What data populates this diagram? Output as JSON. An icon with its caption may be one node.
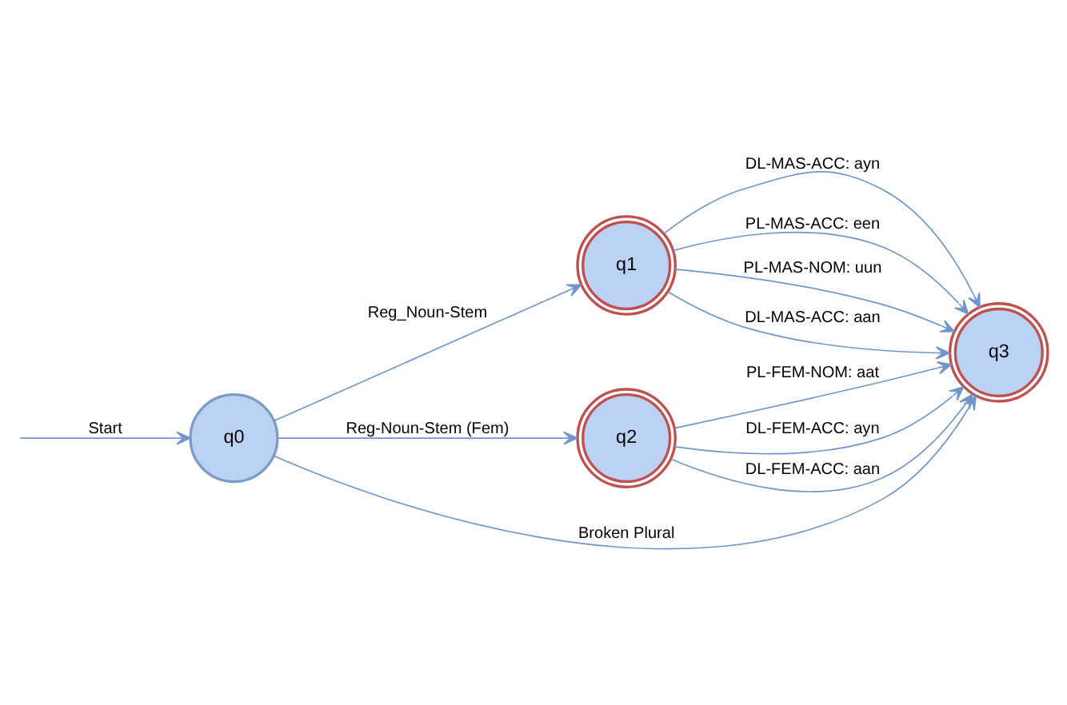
{
  "diagram": {
    "nodes": [
      {
        "text": [
          "q0"
        ]
      },
      {
        "text": [
          "q1"
        ]
      },
      {
        "text": [
          "q2"
        ]
      },
      {
        "text": [
          "q3"
        ]
      }
    ],
    "edges": [
      {
        "from": null,
        "to": 0,
        "arrow": "to",
        "label": "Start"
      },
      {
        "from": 0,
        "to": 1,
        "arrow": "to",
        "label": "Reg_Noun-Stem"
      },
      {
        "from": 0,
        "to": 2,
        "arrow": "to",
        "label": "Reg-Noun-Stem (Fem)"
      },
      {
        "from": 0,
        "to": 3,
        "arrow": "to",
        "label": "Broken Plural"
      },
      {
        "from": 1,
        "to": 3,
        "arrow": "to",
        "label": "DL-MAS-ACC: ayn"
      },
      {
        "from": 1,
        "to": 3,
        "arrow": "to",
        "label": "PL-MAS-ACC: een"
      },
      {
        "from": 1,
        "to": 3,
        "arrow": "to",
        "label": "PL-MAS-NOM: uun"
      },
      {
        "from": 1,
        "to": 3,
        "arrow": "to",
        "label": "DL-MAS-ACC: aan"
      },
      {
        "from": 2,
        "to": 3,
        "arrow": "to",
        "label": "PL-FEM-NOM: aat"
      },
      {
        "from": 2,
        "to": 3,
        "arrow": "to",
        "label": "DL-FEM-ACC: ayn"
      },
      {
        "from": 2,
        "to": 3,
        "arrow": "to",
        "label": "DL-FEM-ACC: aan"
      }
    ]
  }
}
